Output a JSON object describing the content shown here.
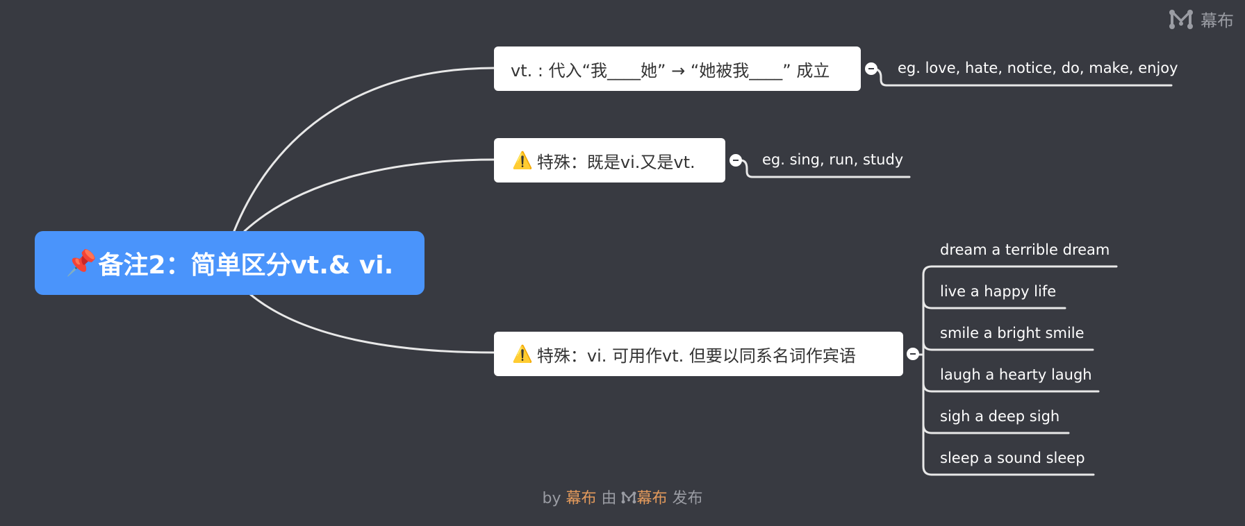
{
  "brand": {
    "name": "幕布",
    "icon": "mubu-logo-icon"
  },
  "root": {
    "text": "备注2：简单区分vt.& vi.",
    "icon": "pushpin-icon"
  },
  "branches": [
    {
      "text": "vt. : 代入“我____她” → “她被我____” 成立",
      "leaves": [
        "eg. love, hate, notice, do, make, enjoy"
      ]
    },
    {
      "text": "特殊：既是vi.又是vt.",
      "icon": "warning-icon",
      "leaves": [
        "eg. sing, run, study"
      ]
    },
    {
      "text": "特殊：vi. 可用作vt. 但要以同系名词作宾语",
      "icon": "warning-icon",
      "leaves": [
        "dream a terrible dream",
        "live a happy life",
        "smile a bright smile",
        "laugh a hearty laugh",
        "sigh a deep sigh",
        "sleep a sound sleep"
      ]
    }
  ],
  "footer": {
    "prefix": "by ",
    "author": "幕布",
    "middle": " 由 ",
    "brand": "幕布",
    "suffix": " 发布"
  },
  "colors": {
    "background": "#383a41",
    "root": "#4a94fb",
    "node": "#ffffff",
    "line": "#e8e8e8",
    "accent": "#e39a5c",
    "muted": "#9a9ca3"
  }
}
